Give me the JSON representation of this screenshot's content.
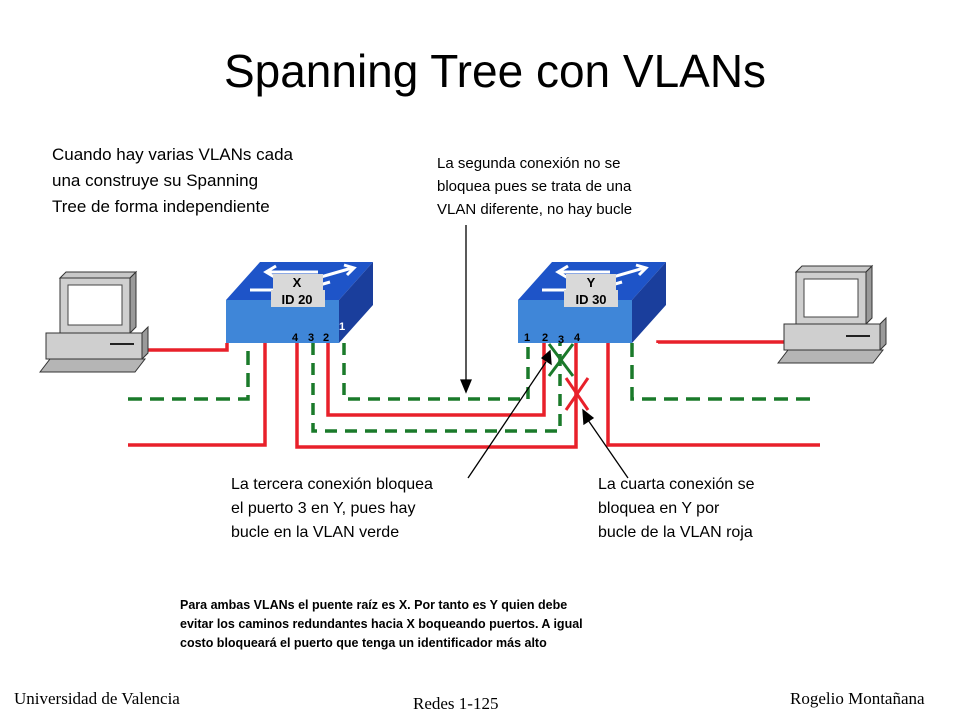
{
  "title": "Spanning Tree con VLANs",
  "notes": {
    "intro": "Cuando hay varias VLANs cada\nuna construye su Spanning\nTree de forma independiente",
    "second": "La segunda conexión no se\nbloquea pues se trata de una\nVLAN diferente, no hay bucle",
    "third": "La tercera conexión bloquea\nel puerto 3 en Y,  pues hay\nbucle en la VLAN verde",
    "fourth": "La cuarta conexión se\nbloquea en Y por\nbucle de la VLAN roja",
    "root": "Para ambas VLANs el puente raíz es X. Por tanto es Y quien debe\nevitar los caminos redundantes hacia X boqueando puertos. A igual\ncosto bloqueará el puerto que tenga un identificador más alto"
  },
  "switches": {
    "x": {
      "name": "X",
      "id": "ID 20",
      "ports": [
        "4",
        "3",
        "2",
        "1"
      ]
    },
    "y": {
      "name": "Y",
      "id": "ID 30",
      "ports": [
        "1",
        "2",
        "3",
        "4"
      ]
    }
  },
  "colors": {
    "red_vlan": "#e8202a",
    "green_vlan": "#1a7a2a",
    "switch_front": "#3f86d8",
    "switch_top": "#1e54c8",
    "switch_side": "#1a3e9c"
  },
  "icons": [
    "computer-icon",
    "switch-icon",
    "block-mark-icon"
  ],
  "footer": {
    "left": "Universidad de Valencia",
    "center": "Redes 1-125",
    "right": "Rogelio Montañana"
  }
}
